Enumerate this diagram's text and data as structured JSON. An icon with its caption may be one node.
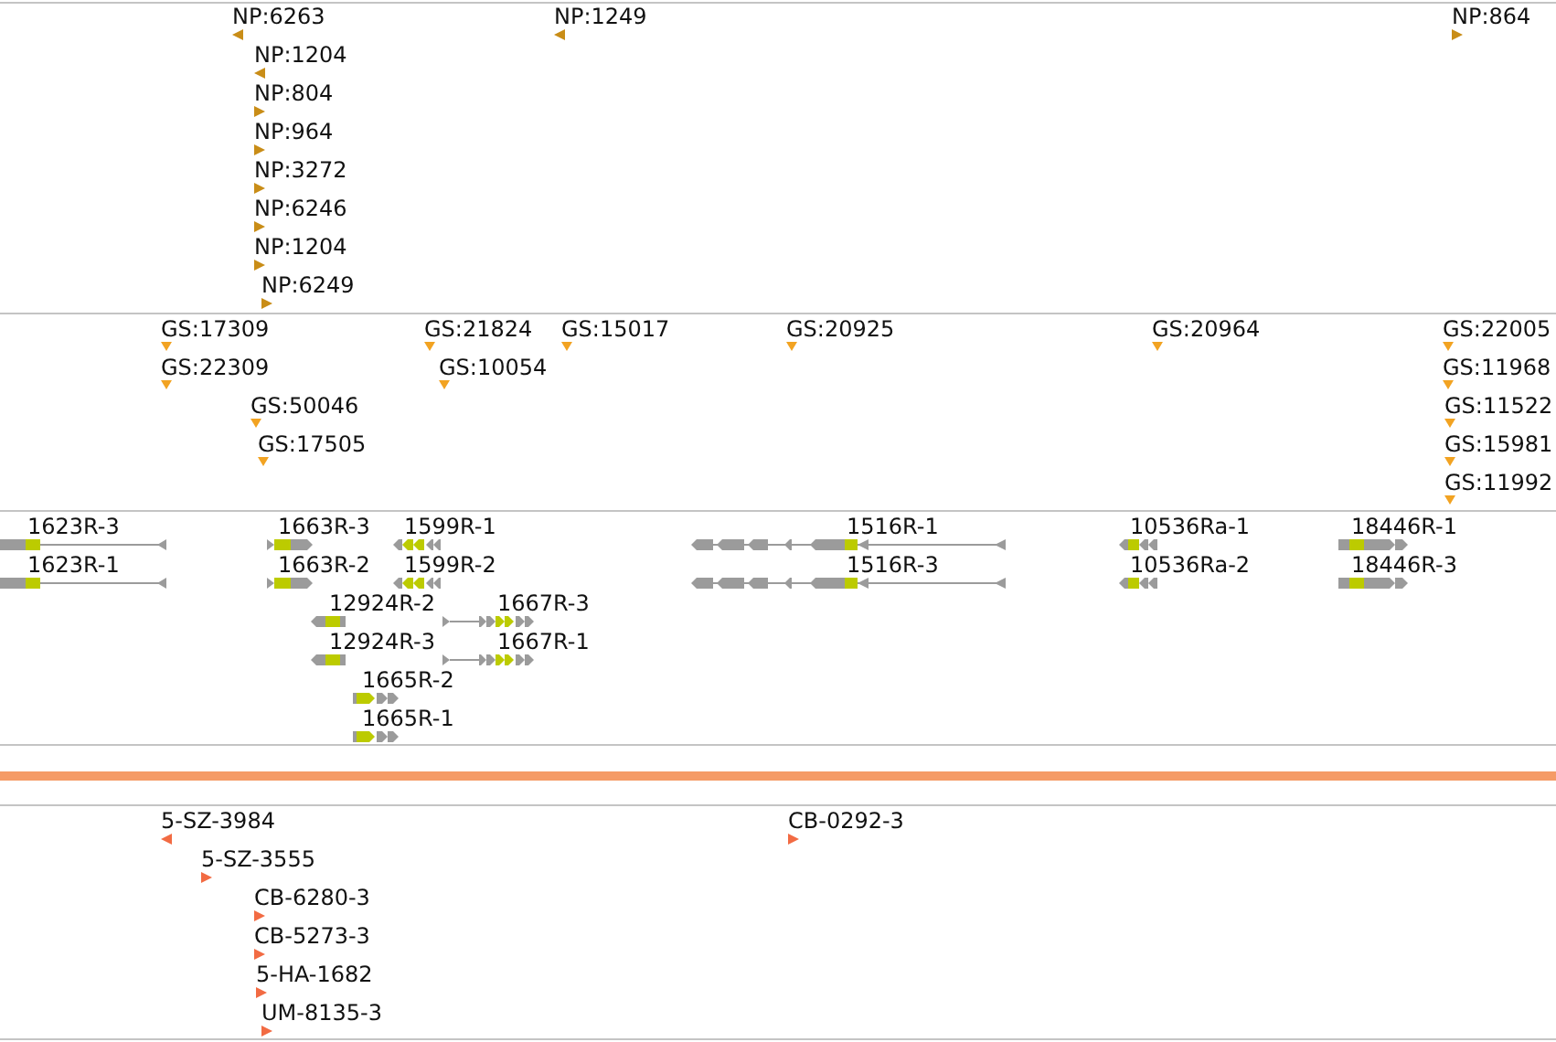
{
  "diagram": {
    "labels": [
      "NP:6263",
      "NP:1249",
      "NP:864",
      "NP:1204",
      "NP:804",
      "NP:964",
      "NP:3272",
      "NP:6246",
      "NP:1204",
      "NP:6249",
      "GS:17309",
      "GS:21824",
      "GS:15017",
      "GS:20925",
      "GS:20964",
      "GS:22005",
      "GS:22309",
      "GS:10054",
      "GS:11968",
      "GS:50046",
      "GS:11522",
      "GS:17505",
      "GS:15981",
      "GS:11992",
      "1623R-3",
      "1663R-3",
      "1599R-1",
      "1516R-1",
      "10536Ra-1",
      "18446R-1",
      "1623R-1",
      "1663R-2",
      "1599R-2",
      "1516R-3",
      "10536Ra-2",
      "18446R-3",
      "12924R-2",
      "1667R-3",
      "12924R-3",
      "1667R-1",
      "1665R-2",
      "1665R-1",
      "5-SZ-3984",
      "CB-0292-3",
      "5-SZ-3555",
      "CB-6280-3",
      "CB-5273-3",
      "5-HA-1682",
      "UM-8135-3"
    ]
  }
}
